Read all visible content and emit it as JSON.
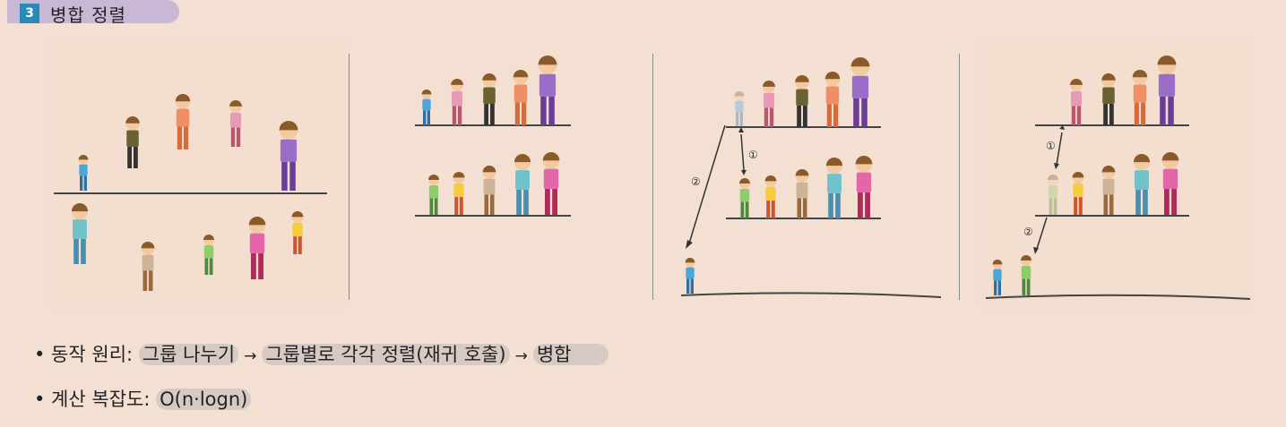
{
  "header": {
    "number": "3",
    "title": "병합 정렬"
  },
  "bullets": {
    "principle": {
      "label": "• 동작 원리:",
      "step1": "그룹 나누기",
      "arrow1": "→",
      "step2": "그룹별로 각각 정렬(재귀 호출)",
      "arrow2": "→",
      "step3": "병합"
    },
    "complexity": {
      "label": "• 계산 복잡도:",
      "value": "O(n·logn)"
    }
  },
  "illustration": {
    "markers": {
      "one": "①",
      "two": "②"
    }
  }
}
